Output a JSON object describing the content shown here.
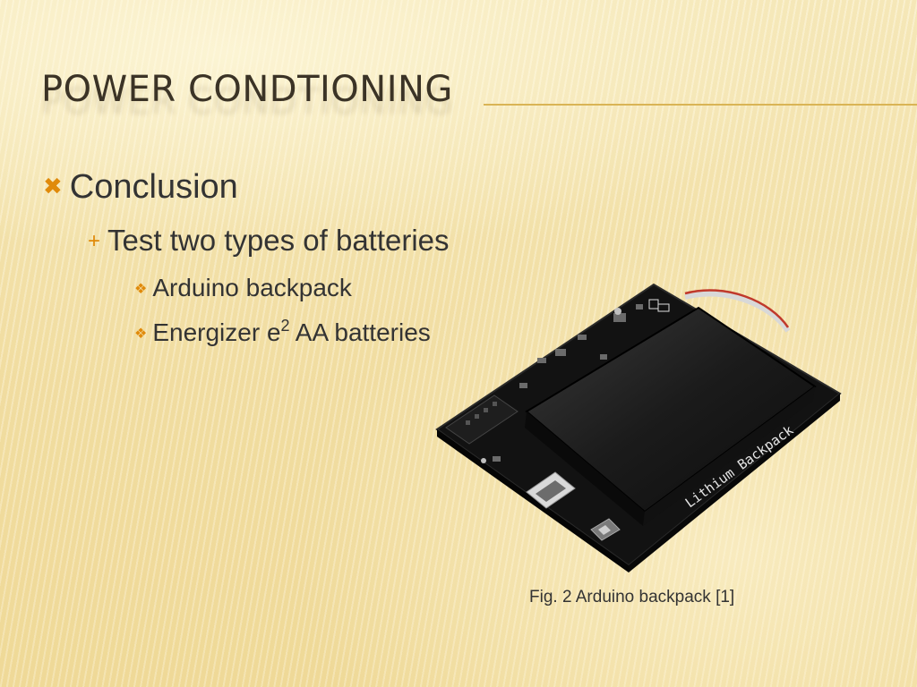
{
  "slide": {
    "title": "POWER CONDTIONING",
    "bullets": {
      "level1": "Conclusion",
      "level2": "Test two types of batteries",
      "level3_a": "Arduino backpack",
      "level3_b_pre": "Energizer e",
      "level3_b_sup": "2",
      "level3_b_post": " AA batteries"
    },
    "caption": "Fig. 2 Arduino backpack [1]",
    "image": {
      "board_label": "Lithium Backpack"
    }
  },
  "colors": {
    "accent": "#e08a0a",
    "title": "#3b3326",
    "rule": "#d9b455"
  },
  "icons": [
    "x-bullet-icon",
    "plus-bullet-icon",
    "diamond-bullet-icon"
  ]
}
